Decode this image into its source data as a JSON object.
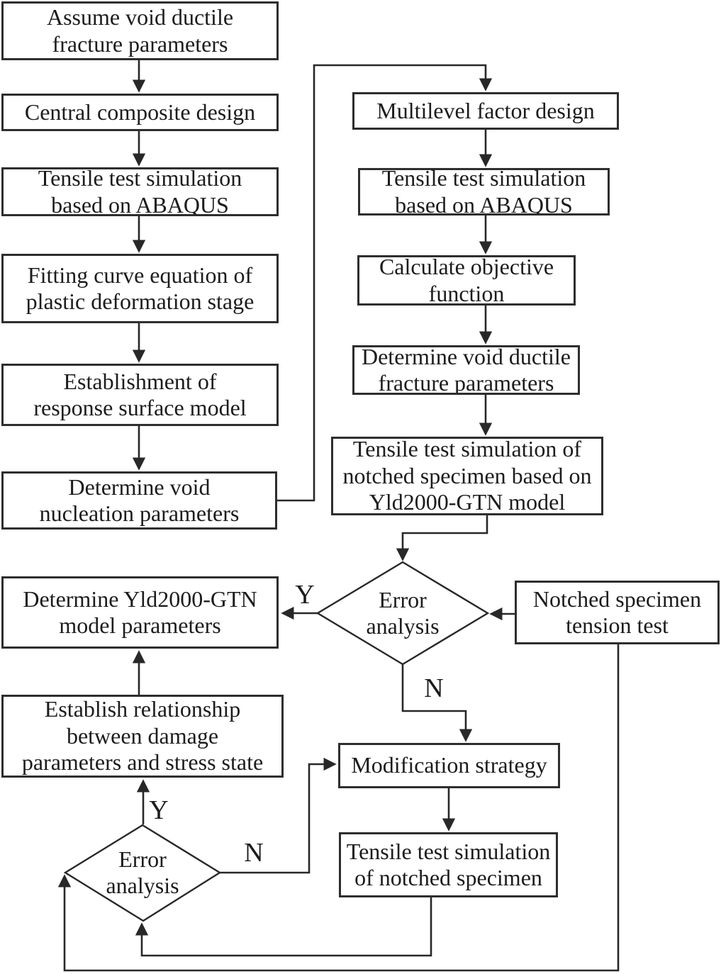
{
  "diagram": {
    "background_color": "#ffffff",
    "line_color": "#282828",
    "box_border_color": "#2e2e2e",
    "text_color": "#1c1c1c",
    "nodes": {
      "assume_fracture_params": {
        "label": "Assume void ductile\nfracture parameters"
      },
      "central_composite_design": {
        "label": "Central composite design"
      },
      "tensile_abaqus_left": {
        "label": "Tensile test simulation\nbased on ABAQUS"
      },
      "fitting_curve": {
        "label": "Fitting curve equation of\nplastic deformation stage"
      },
      "response_surface": {
        "label": "Establishment of\nresponse surface model"
      },
      "void_nucleation": {
        "label": "Determine  void\nnucleation parameters"
      },
      "multilevel_design": {
        "label": "Multilevel factor design"
      },
      "tensile_abaqus_right": {
        "label": "Tensile test simulation\nbased on ABAQUS"
      },
      "objective_function": {
        "label": "Calculate objective\nfunction"
      },
      "void_fracture_params": {
        "label": "Determine void ductile\nfracture parameters"
      },
      "tensile_notched_yld": {
        "label": "Tensile test simulation of\nnotched specimen based on\nYld2000-GTN model"
      },
      "yld_model_params": {
        "label": "Determine Yld2000-GTN\nmodel parameters"
      },
      "damage_stress_relation": {
        "label": "Establish relationship\nbetween damage\nparameters and stress state"
      },
      "notched_tension_test": {
        "label": "Notched specimen\ntension test"
      },
      "modification_strategy": {
        "label": "Modification strategy"
      },
      "tensile_notched": {
        "label": "Tensile test simulation\nof notched specimen"
      }
    },
    "decisions": {
      "error_analysis_1": {
        "label": "Error\nanalysis"
      },
      "error_analysis_2": {
        "label": "Error\nanalysis"
      }
    },
    "branch_labels": {
      "d1_yes": "Y",
      "d1_no": "N",
      "d2_yes": "Y",
      "d2_no": "N"
    }
  }
}
